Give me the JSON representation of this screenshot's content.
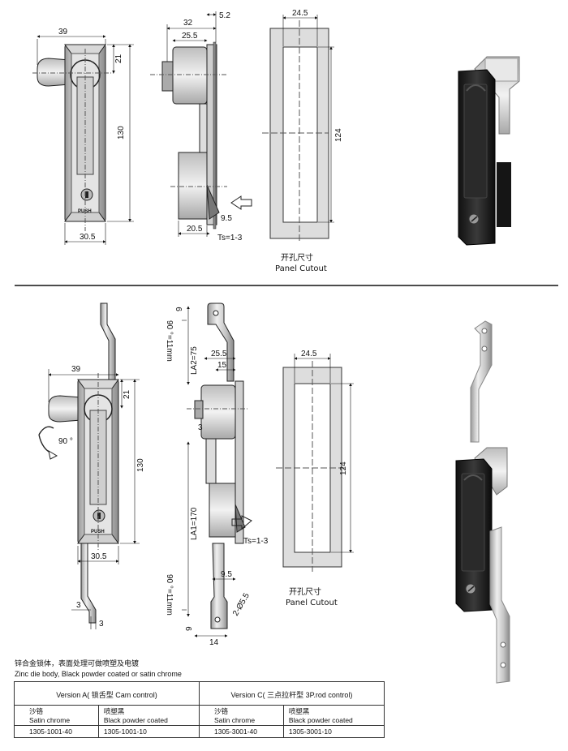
{
  "top": {
    "dims_front": {
      "w": "39",
      "top": "21",
      "h": "130",
      "bottom": "30.5"
    },
    "dims_side": {
      "d1": "32",
      "d2": "5.2",
      "d3": "25.5",
      "d4": "20.5",
      "d5": "9.5",
      "ts": "Ts=1-3"
    },
    "cutout": {
      "w": "24.5",
      "h": "124",
      "cn": "开孔尺寸",
      "en": "Panel Cutout"
    },
    "push": "PUSH"
  },
  "bottom": {
    "dims_front": {
      "w": "39",
      "top": "21",
      "h": "130",
      "bottom": "30.5",
      "rot": "90 °",
      "r1": "3",
      "r2": "3"
    },
    "dims_side": {
      "a1": "90 °=11mm",
      "a2": "9",
      "la2": "LA2=75",
      "d1": "25.5",
      "d2": "15",
      "d3": "3",
      "la1": "LA1=170",
      "ts": "Ts=1-3",
      "d4": "9.5",
      "a3": "90 °=11mm",
      "d5": "2-Ø5.5",
      "d6": "9",
      "d7": "14"
    },
    "cutout": {
      "w": "24.5",
      "h": "124",
      "cn": "开孔尺寸",
      "en": "Panel Cutout"
    },
    "push": "PUSH"
  },
  "notes": {
    "cn": "锌合金锁体，表面处理可做喷塑及电镀",
    "en": "Zinc die  body, Black powder coated or satin chrome"
  },
  "table": {
    "versions": [
      "Version A( 锁舌型 Cam control)",
      "Version C( 三点拉杆型 3P.rod control)"
    ],
    "finishes": [
      {
        "cn": "沙铬",
        "en": "Satin chrome"
      },
      {
        "cn": "喷塑黑",
        "en": "Black powder coated"
      },
      {
        "cn": "沙铬",
        "en": "Satin chrome"
      },
      {
        "cn": "喷塑黑",
        "en": "Black powder coated"
      }
    ],
    "codes": [
      "1305-1001-40",
      "1305-1001-10",
      "1305-3001-40",
      "1305-3001-10"
    ]
  }
}
